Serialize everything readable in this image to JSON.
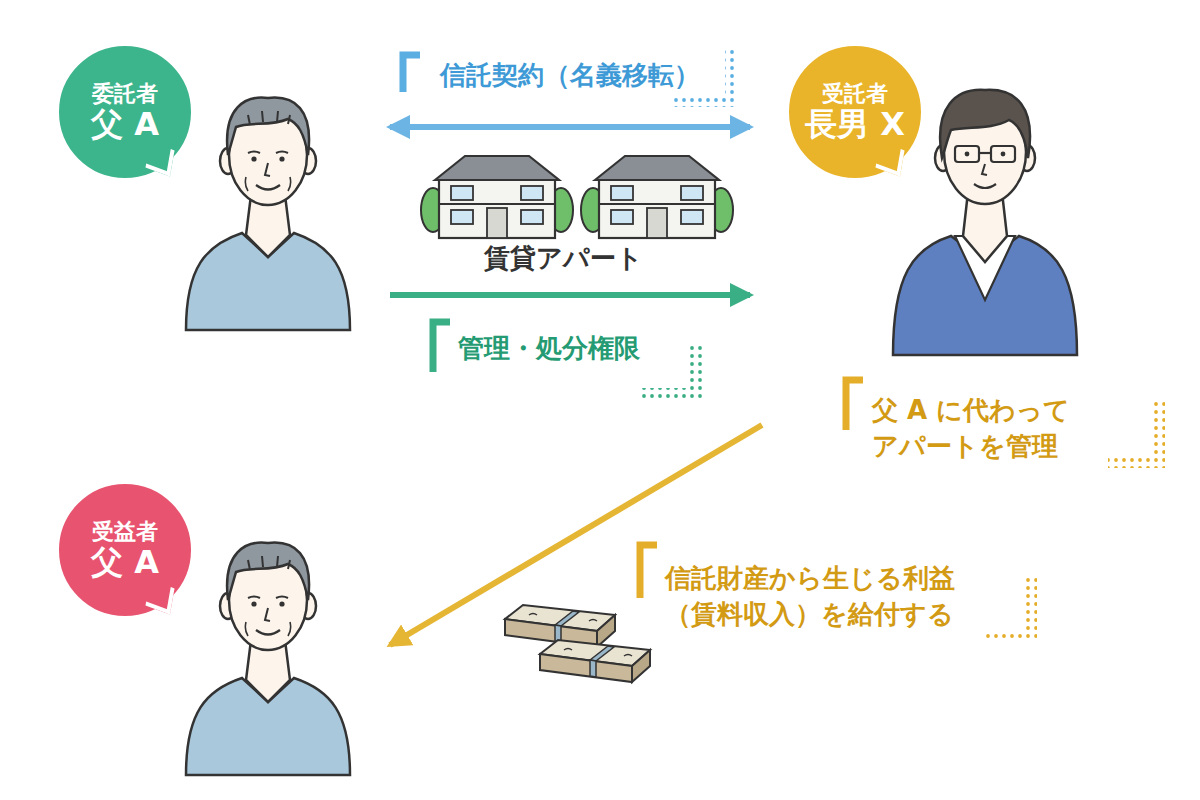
{
  "diagram": {
    "nodes": [
      {
        "text": [
          "委託者",
          "父 A"
        ]
      },
      {
        "text": [
          "受託者",
          "長男 X"
        ]
      },
      {
        "text": [
          "受益者",
          "父 A"
        ]
      }
    ],
    "edges": [
      {
        "from": 0,
        "to": 1,
        "arrow": "both",
        "label": "信託契約（名義移転）"
      },
      {
        "from": 0,
        "to": 1,
        "arrow": "to",
        "label": "管理・処分権限"
      },
      {
        "from": 1,
        "to": 2,
        "arrow": "to",
        "label": "信託財産から生じる利益 （賃料収入）を給付する"
      }
    ],
    "labels": [
      "賃貸アパート",
      "父 A に代わって アパートを管理"
    ]
  }
}
